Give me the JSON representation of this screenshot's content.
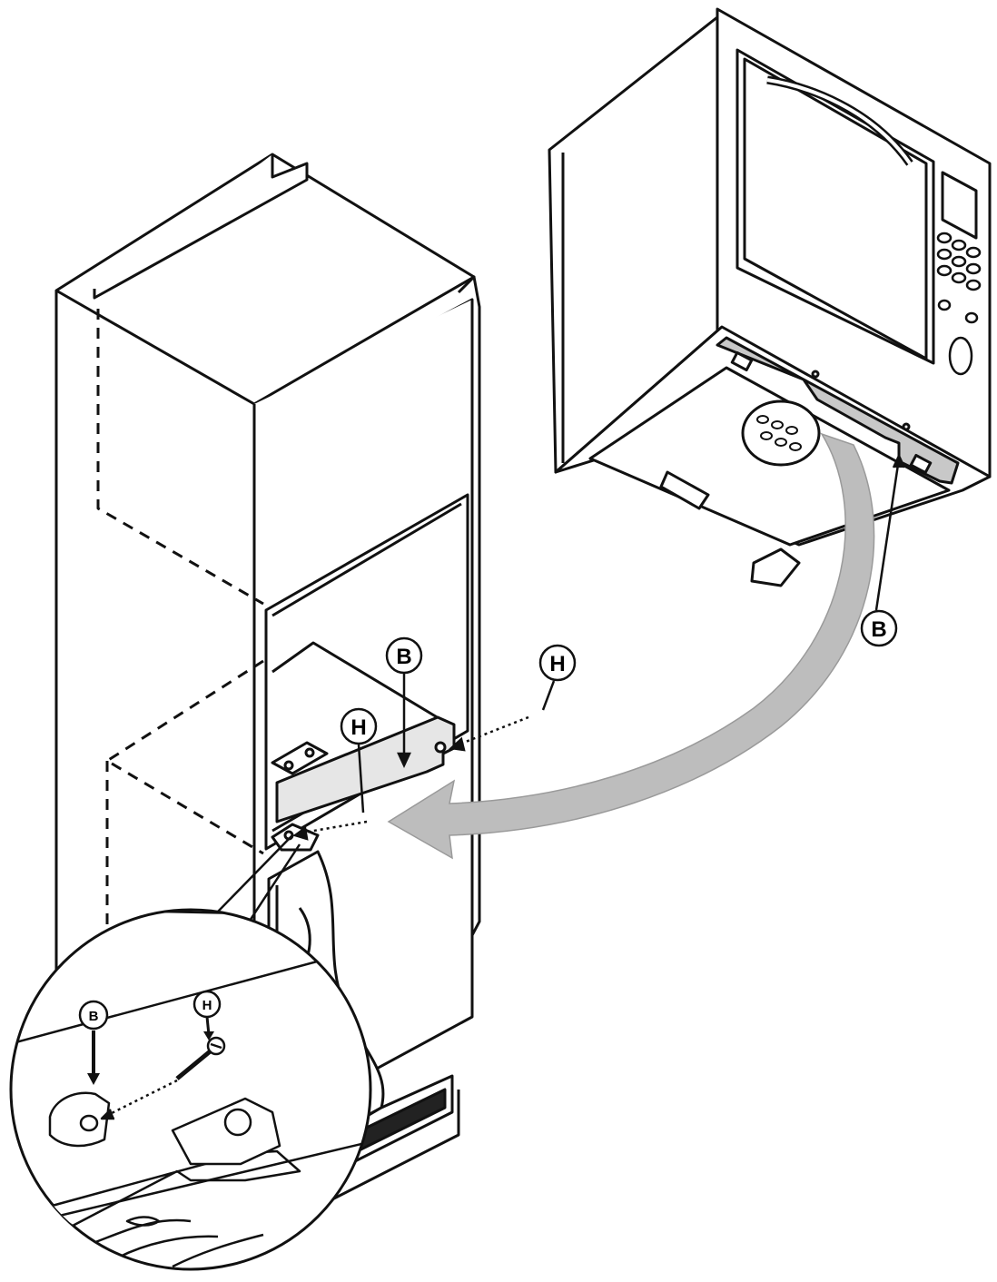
{
  "callouts": {
    "oven_bracket": "B",
    "cabinet_bracket": "B",
    "screw_right": "H",
    "screw_left": "H",
    "detail_bracket": "B",
    "detail_screw": "H"
  },
  "colors": {
    "line": "#111111",
    "arrow_fill": "#bdbdbd",
    "bracket_fill": "#c8c8c8"
  }
}
